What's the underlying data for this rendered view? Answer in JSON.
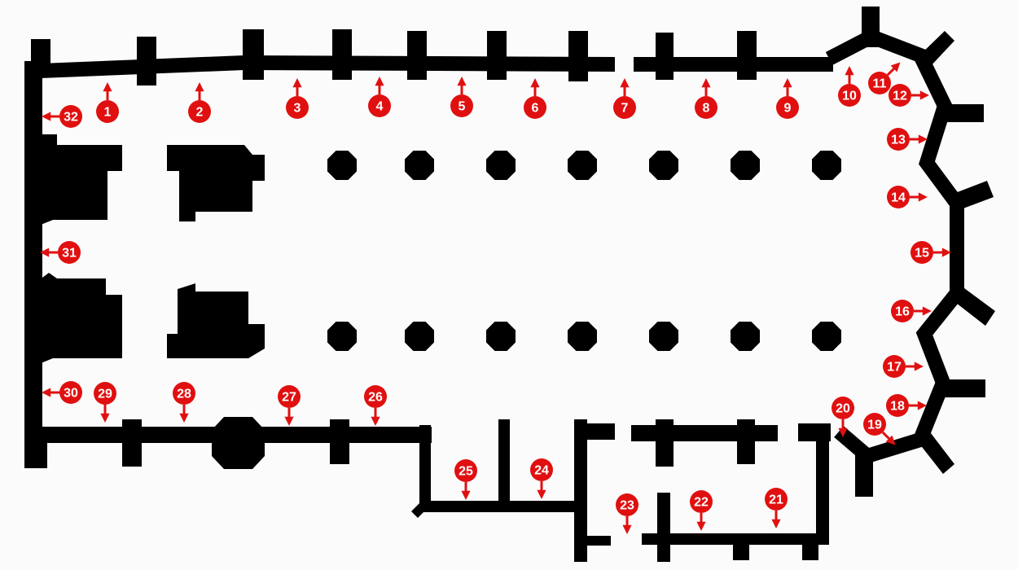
{
  "markers": [
    {
      "label": "1",
      "dir": "up"
    },
    {
      "label": "2",
      "dir": "up"
    },
    {
      "label": "3",
      "dir": "up"
    },
    {
      "label": "4",
      "dir": "up"
    },
    {
      "label": "5",
      "dir": "up"
    },
    {
      "label": "6",
      "dir": "up"
    },
    {
      "label": "7",
      "dir": "up"
    },
    {
      "label": "8",
      "dir": "up"
    },
    {
      "label": "9",
      "dir": "up"
    },
    {
      "label": "10",
      "dir": "up"
    },
    {
      "label": "11",
      "dir": "up-right"
    },
    {
      "label": "12",
      "dir": "right"
    },
    {
      "label": "13",
      "dir": "right"
    },
    {
      "label": "14",
      "dir": "right"
    },
    {
      "label": "15",
      "dir": "right"
    },
    {
      "label": "16",
      "dir": "right"
    },
    {
      "label": "17",
      "dir": "right"
    },
    {
      "label": "18",
      "dir": "right"
    },
    {
      "label": "19",
      "dir": "down-right"
    },
    {
      "label": "20",
      "dir": "down"
    },
    {
      "label": "21",
      "dir": "down"
    },
    {
      "label": "22",
      "dir": "down"
    },
    {
      "label": "23",
      "dir": "down"
    },
    {
      "label": "24",
      "dir": "down"
    },
    {
      "label": "25",
      "dir": "down"
    },
    {
      "label": "26",
      "dir": "down"
    },
    {
      "label": "27",
      "dir": "down"
    },
    {
      "label": "28",
      "dir": "down"
    },
    {
      "label": "29",
      "dir": "down"
    },
    {
      "label": "30",
      "dir": "left"
    },
    {
      "label": "31",
      "dir": "left"
    },
    {
      "label": "32",
      "dir": "left"
    }
  ],
  "colors": {
    "marker": "#e01010",
    "wall": "#000000",
    "background": "#fbfbfb"
  }
}
